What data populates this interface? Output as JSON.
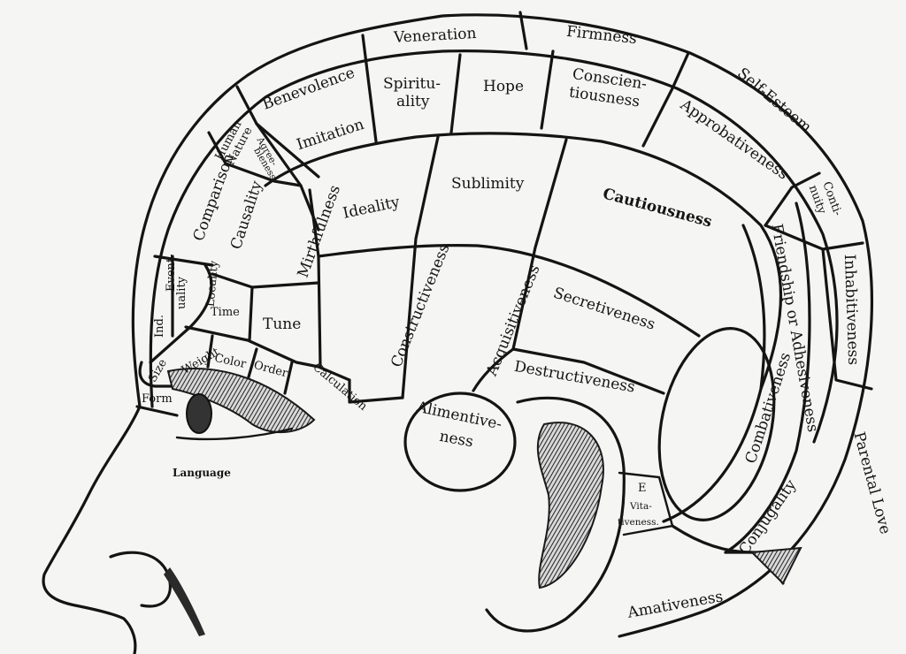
{
  "title": "Phrenology chart of the human head",
  "regions": {
    "veneration": "Veneration",
    "firmness": "Firmness",
    "benevolence": "Benevolence",
    "self_esteem": "Self-Esteem",
    "hope": "Hope",
    "spirituality_1": "Spiritu-",
    "spirituality_2": "ality",
    "conscientiousness_1": "Conscien-",
    "conscientiousness_2": "tiousness",
    "imitation": "Imitation",
    "human_nature_1": "Human",
    "human_nature_2": "Nature",
    "agreeableness_1": "Agree-",
    "agreeableness_2": "bleness",
    "approbativeness": "Approbativeness",
    "comparison": "Comparison",
    "causality": "Causality",
    "mirthfulness": "Mirthfulness",
    "ideality": "Ideality",
    "sublimity": "Sublimity",
    "cautiousness": "Cautiousness",
    "continuity_1": "Conti-",
    "continuity_2": "nuity",
    "eventuality_1": "Event-",
    "eventuality_2": "uality",
    "locality": "Locality",
    "individuality": "Ind.",
    "time": "Time",
    "tune": "Tune",
    "constructiveness": "Constructiveness",
    "acquisitiveness": "Acquisitiveness",
    "secretiveness": "Secretiveness",
    "friendship": "Friendship or Adhesiveness",
    "inhabitiveness": "Inhabitiveness",
    "size": "Size",
    "weight": "Weight",
    "color": "Color",
    "order": "Order",
    "calculation": "Calculation",
    "form": "Form",
    "language": "Language",
    "destructiveness": "Destructiveness",
    "alimentiveness_1": "Alimentive-",
    "alimentiveness_2": "ness",
    "combativeness": "Combativeness",
    "parental_love": "Parental Love",
    "vitativeness_1": "E",
    "vitativeness_2": "Vita-",
    "vitativeness_3": "tiveness.",
    "conjugality": "Conjugality",
    "amativeness": "Amativeness"
  }
}
